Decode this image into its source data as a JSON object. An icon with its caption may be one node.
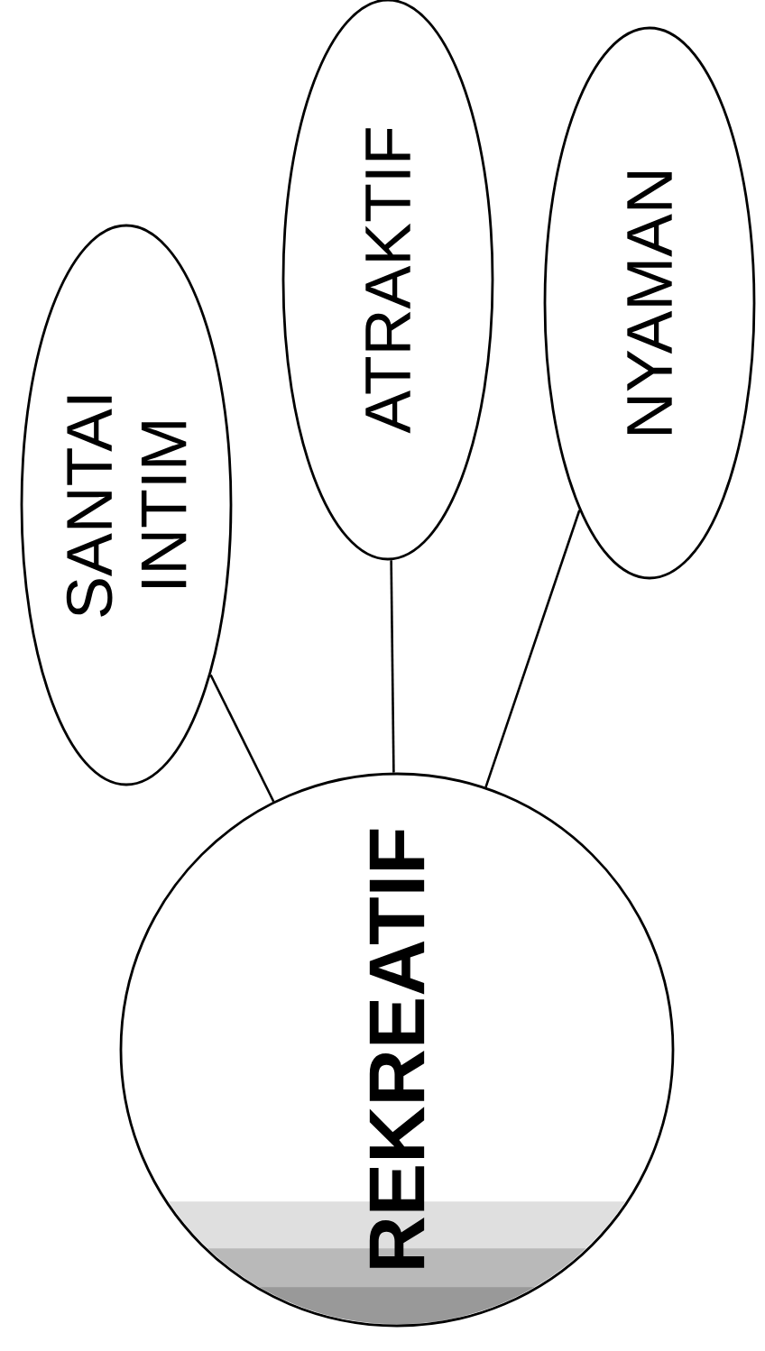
{
  "diagram": {
    "nodes": [
      {
        "text": [
          "SANTAI INTIM"
        ]
      },
      {
        "text": [
          "ATRAKTIF"
        ]
      },
      {
        "text": [
          "NYAMAN"
        ]
      },
      {
        "text": [
          "REKREATIF"
        ]
      }
    ],
    "edges": [
      {
        "from": 3,
        "to": 0,
        "arrow": "none"
      },
      {
        "from": 3,
        "to": 1,
        "arrow": "none"
      },
      {
        "from": 3,
        "to": 2,
        "arrow": "none"
      }
    ]
  }
}
